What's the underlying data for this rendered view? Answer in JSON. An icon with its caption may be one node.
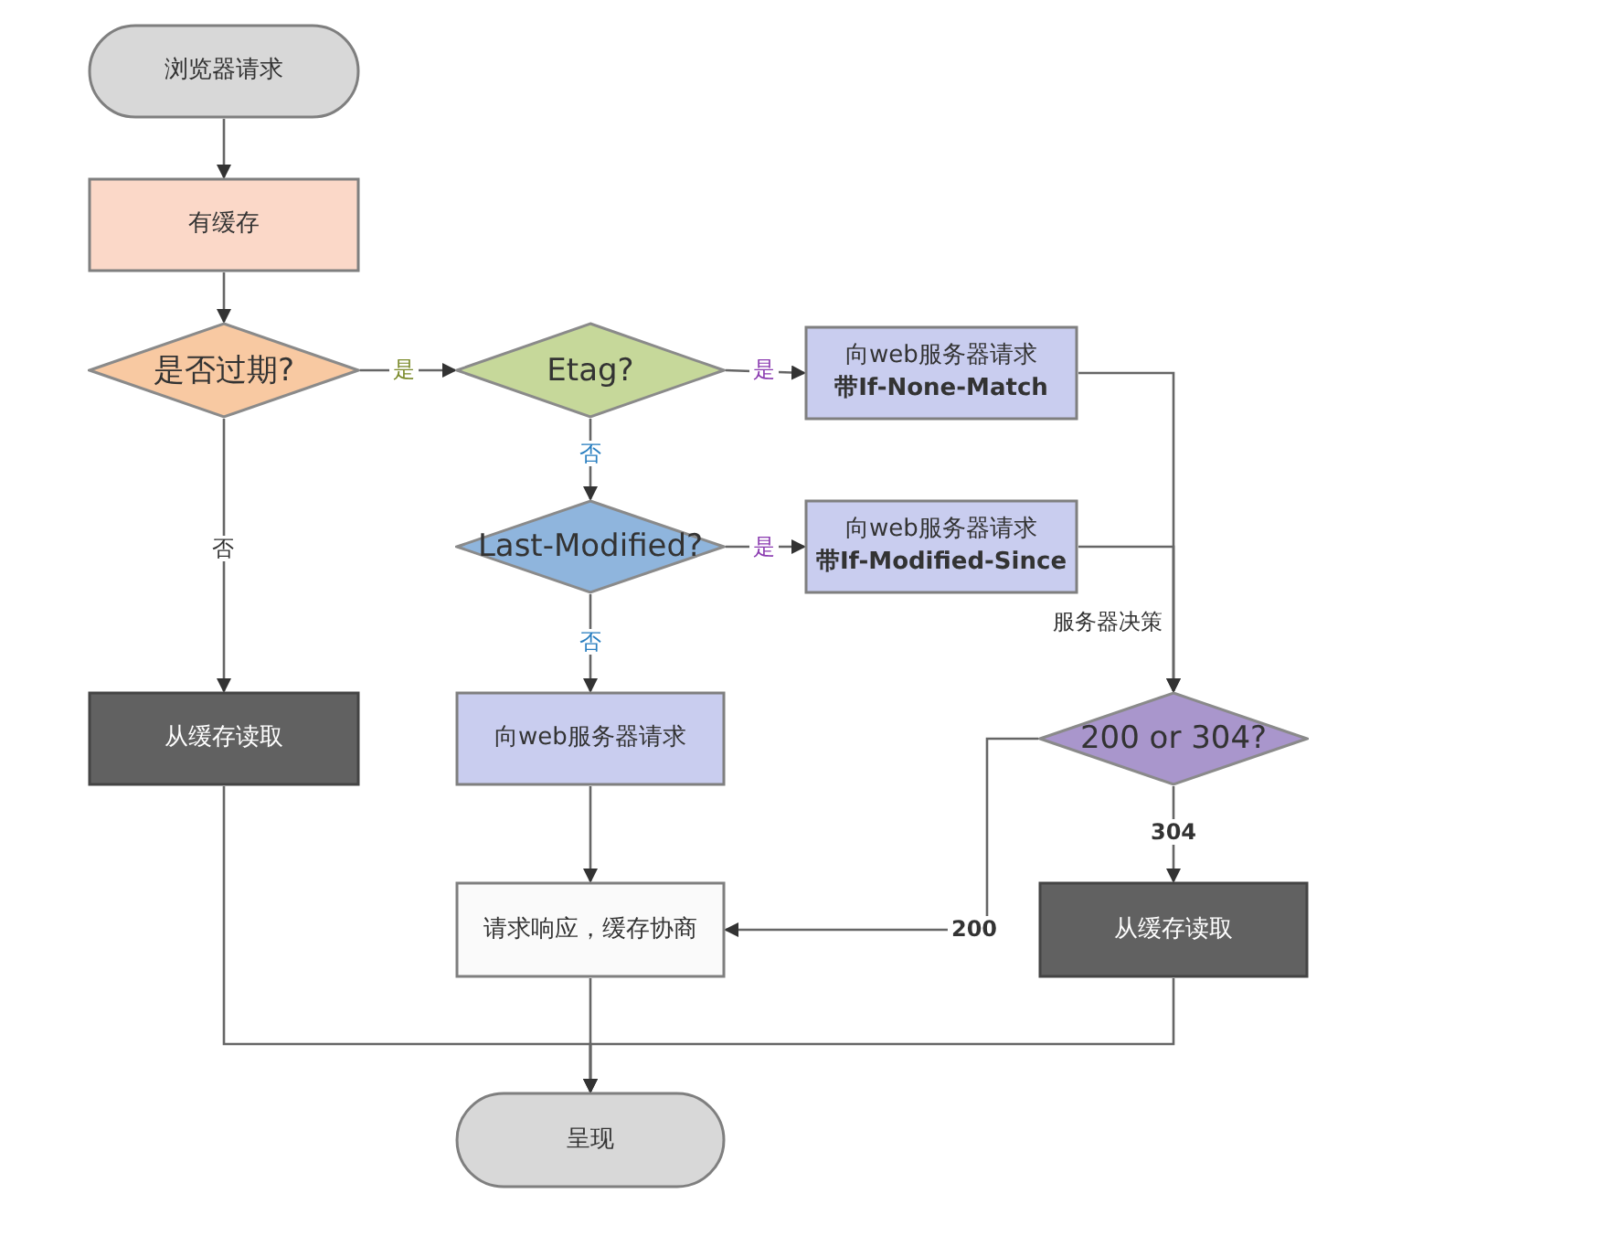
{
  "diagram": {
    "nodes": [
      {
        "text": [
          "浏览器请求"
        ]
      },
      {
        "text": [
          "有缓存"
        ]
      },
      {
        "text": [
          "是否过期?"
        ]
      },
      {
        "text": [
          "Etag?"
        ]
      },
      {
        "text": [
          "向web服务器请求",
          "带If-None-Match"
        ]
      },
      {
        "text": [
          "Last-Modified?"
        ]
      },
      {
        "text": [
          "向web服务器请求",
          "带If-Modified-Since"
        ]
      },
      {
        "text": [
          "从缓存读取"
        ]
      },
      {
        "text": [
          "向web服务器请求"
        ]
      },
      {
        "text": [
          "200 or 304?"
        ]
      },
      {
        "text": [
          "请求响应，缓存协商"
        ]
      },
      {
        "text": [
          "从缓存读取"
        ]
      },
      {
        "text": [
          "呈现"
        ]
      }
    ],
    "edges": [
      {
        "from": 0,
        "to": 1,
        "arrow": "to"
      },
      {
        "from": 1,
        "to": 2,
        "arrow": "to"
      },
      {
        "from": 2,
        "to": 3,
        "arrow": "to",
        "label": "是"
      },
      {
        "from": 3,
        "to": 4,
        "arrow": "to",
        "label": "是"
      },
      {
        "from": 3,
        "to": 5,
        "arrow": "to",
        "label": "否"
      },
      {
        "from": 5,
        "to": 6,
        "arrow": "to",
        "label": "是"
      },
      {
        "from": 5,
        "to": 8,
        "arrow": "to",
        "label": "否"
      },
      {
        "from": 2,
        "to": 7,
        "arrow": "to",
        "label": "否"
      },
      {
        "from": 4,
        "to": 9,
        "arrow": "to"
      },
      {
        "from": 6,
        "to": 9,
        "arrow": "to",
        "label": "服务器决策"
      },
      {
        "from": 9,
        "to": 11,
        "arrow": "to",
        "label": "304"
      },
      {
        "from": 9,
        "to": 10,
        "arrow": "to",
        "label": "200"
      },
      {
        "from": 8,
        "to": 10,
        "arrow": "to"
      },
      {
        "from": 10,
        "to": 12,
        "arrow": "to"
      },
      {
        "from": 7,
        "to": 12,
        "arrow": "to"
      },
      {
        "from": 11,
        "to": 12,
        "arrow": "to"
      }
    ]
  }
}
